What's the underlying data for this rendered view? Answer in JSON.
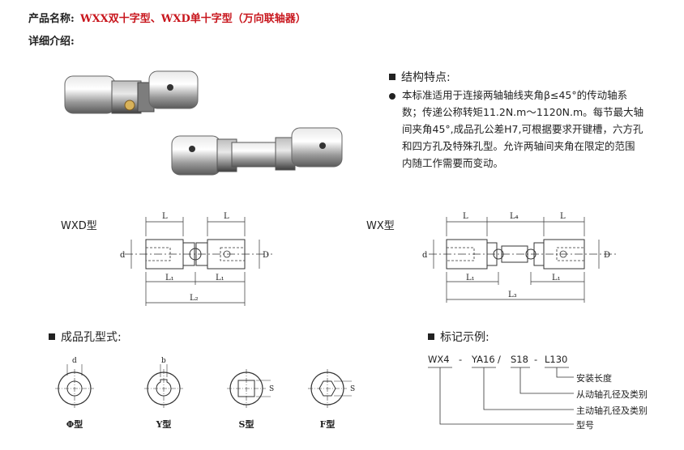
{
  "header": {
    "name_label": "产品名称:",
    "name_value": "WXX双十字型、WXD单十字型（万向联轴器）",
    "detail_label": "详细介绍:"
  },
  "features": {
    "title": "结构特点:",
    "lines": [
      "本标准适用于连接两轴轴线夹角β≤45°的传动轴系",
      "数；传递公称转矩11.2N.m～1120N.m。每节最大轴",
      "间夹角45°,成品孔公差H7,可根据要求开键槽，六方孔",
      "和四方孔及特殊孔型。允许两轴间夹角在限定的范围",
      "内随工作需要而变动。"
    ]
  },
  "diagrams": {
    "wxd": {
      "title": "WXD型",
      "dims": {
        "L_left": "L",
        "L_right": "L",
        "d": "d",
        "D": "D",
        "L1_left": "L₁",
        "L1_right": "L₁",
        "L2": "L₂"
      }
    },
    "wx": {
      "title": "WX型",
      "dims": {
        "L_left": "L",
        "L_mid": "L₄",
        "L_right": "L",
        "d": "d",
        "D": "D",
        "L1_left": "L₁",
        "L1_right": "L₁",
        "L3": "L₃"
      }
    }
  },
  "holes": {
    "title": "成品孔型式:",
    "items": [
      {
        "caption": "Φ型",
        "dim": "d"
      },
      {
        "caption": "Y型",
        "dim": "b"
      },
      {
        "caption": "S型",
        "dim": "S"
      },
      {
        "caption": "F型",
        "dim": "S"
      }
    ]
  },
  "marking": {
    "title": "标记示例:",
    "codes": [
      "WX4",
      "YA16",
      "S18",
      "L130"
    ],
    "separators": [
      "-",
      "/",
      "-"
    ],
    "legend": [
      "安装长度",
      "从动轴孔径及类别",
      "主动轴孔径及类别",
      "型号"
    ]
  }
}
